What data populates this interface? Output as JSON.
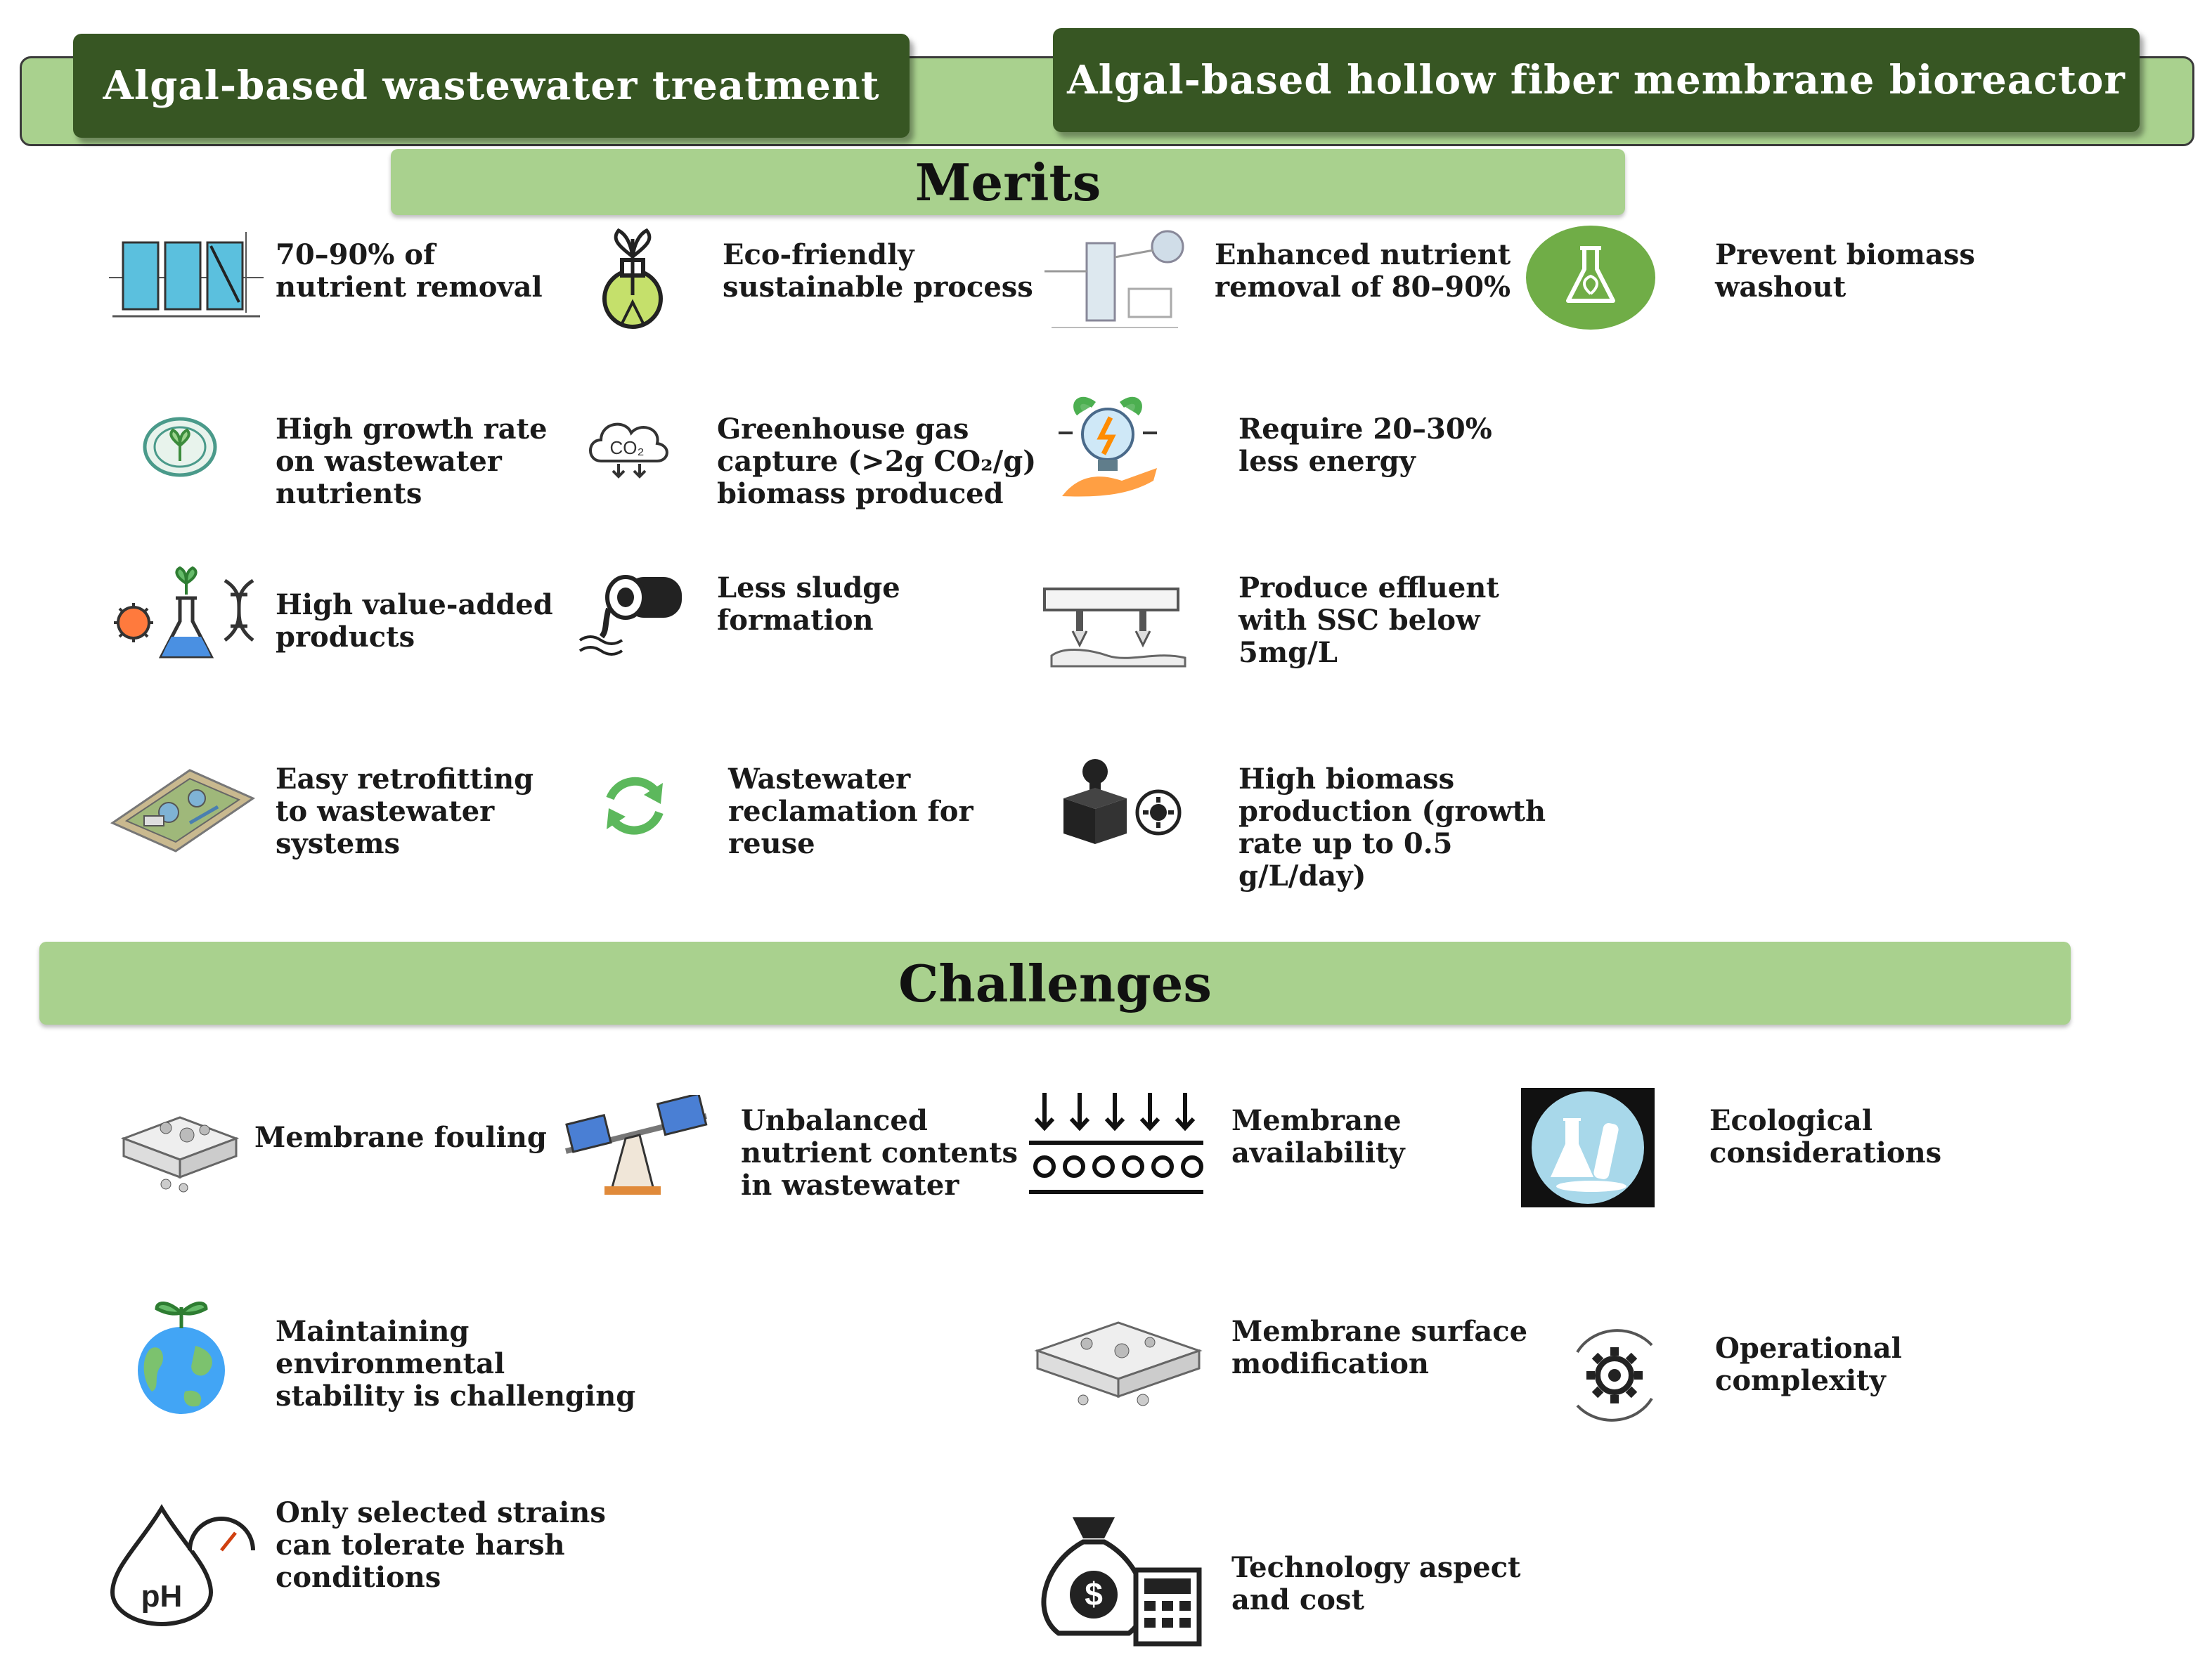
{
  "headers": {
    "left": "Algal-based wastewater treatment",
    "right": "Algal-based hollow fiber membrane bioreactor"
  },
  "merits": {
    "title": "Merits",
    "items": [
      {
        "text": "70–90% of\nnutrient removal",
        "icon": "water-tanks-icon"
      },
      {
        "text": "Eco-friendly\nsustainable process",
        "icon": "plant-flask-icon"
      },
      {
        "text": "Enhanced nutrient\nremoval of 80–90%",
        "icon": "bioreactor-schematic-icon"
      },
      {
        "text": "Prevent biomass\nwashout",
        "icon": "green-flask-badge-icon"
      },
      {
        "text": "High growth rate\non wastewater\nnutrients",
        "icon": "seedling-circle-icon"
      },
      {
        "text": "Greenhouse gas\ncapture (>2g  CO₂/g)\nbiomass produced",
        "icon": "co2-cloud-icon"
      },
      {
        "text": "Require 20–30%\nless energy",
        "icon": "energy-bulb-hand-icon"
      },
      {
        "text": "High value-added\nproducts",
        "icon": "biotech-flask-dna-icon"
      },
      {
        "text": "Less sludge\nformation",
        "icon": "sludge-pipe-icon"
      },
      {
        "text": "Produce effluent\nwith SSC below\n5mg/L",
        "icon": "effluent-pipes-icon"
      },
      {
        "text": "Easy retrofitting\nto wastewater\nsystems",
        "icon": "treatment-plant-icon"
      },
      {
        "text": "Wastewater\nreclamation for\nreuse",
        "icon": "recycle-arrows-icon"
      },
      {
        "text": "High biomass\nproduction (growth\nrate up to 0.5\ng/L/day)",
        "icon": "box-gear-bulb-icon"
      }
    ]
  },
  "challenges": {
    "title": "Challenges",
    "items": [
      {
        "text": "Membrane fouling",
        "icon": "fouled-membrane-icon"
      },
      {
        "text": "Unbalanced\nnutrient contents\nin wastewater",
        "icon": "seesaw-balance-icon"
      },
      {
        "text": "Membrane\navailability",
        "icon": "membrane-filter-icon"
      },
      {
        "text": "Ecological\nconsiderations",
        "icon": "lab-flasks-icon"
      },
      {
        "text": "Maintaining\nenvironmental\nstability is challenging",
        "icon": "earth-sprout-icon"
      },
      {
        "text": "Membrane surface\nmodification",
        "icon": "membrane-surface-icon"
      },
      {
        "text": "Operational\ncomplexity",
        "icon": "gear-cycle-icon"
      },
      {
        "text": "Only selected strains\ncan tolerate harsh\nconditions",
        "icon": "ph-drop-gauge-icon"
      },
      {
        "text": "Technology aspect\nand cost",
        "icon": "money-bag-calculator-icon"
      }
    ]
  },
  "icon_texts": {
    "co2": "CO₂",
    "ph": "pH",
    "dollar": "$"
  },
  "colors": {
    "dark_green": "#375623",
    "light_green": "#a9d18e",
    "accent_green": "#70ad47"
  }
}
